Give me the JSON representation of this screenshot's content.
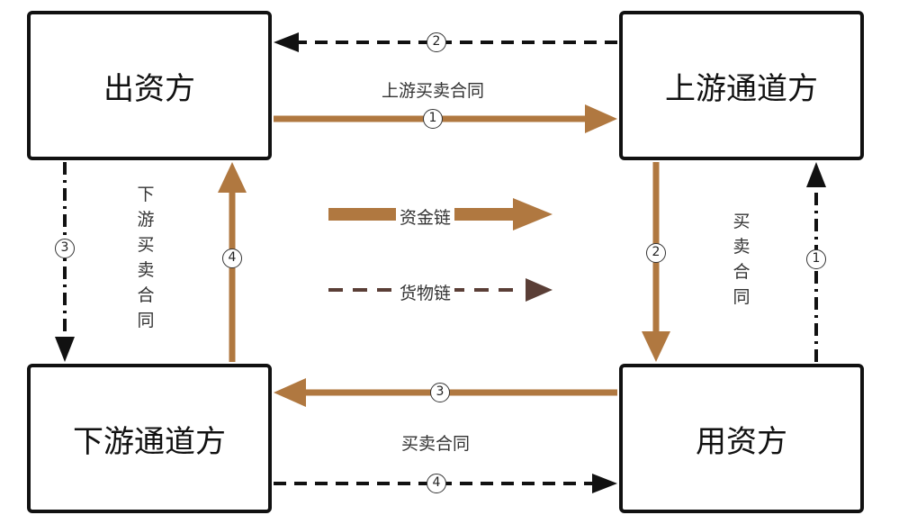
{
  "entities": {
    "funder": "出资方",
    "upstream_channel": "上游通道方",
    "downstream_channel": "下游通道方",
    "user": "用资方"
  },
  "labels": {
    "top_contract": "上游买卖合同",
    "left_contract": "下游买卖合同",
    "right_contract": "买卖合同",
    "bottom_contract": "买卖合同"
  },
  "legend": {
    "capital": "资金链",
    "goods": "货物链"
  },
  "steps": {
    "top_goods": "2",
    "top_capital": "1",
    "left_goods": "3",
    "left_capital": "4",
    "right_capital": "2",
    "right_goods": "1",
    "bottom_capital": "3",
    "bottom_goods": "4"
  },
  "colors": {
    "capital": "#b07840",
    "goods": "#111111",
    "goods_legend": "#5a3e36",
    "box_border": "#111111"
  }
}
